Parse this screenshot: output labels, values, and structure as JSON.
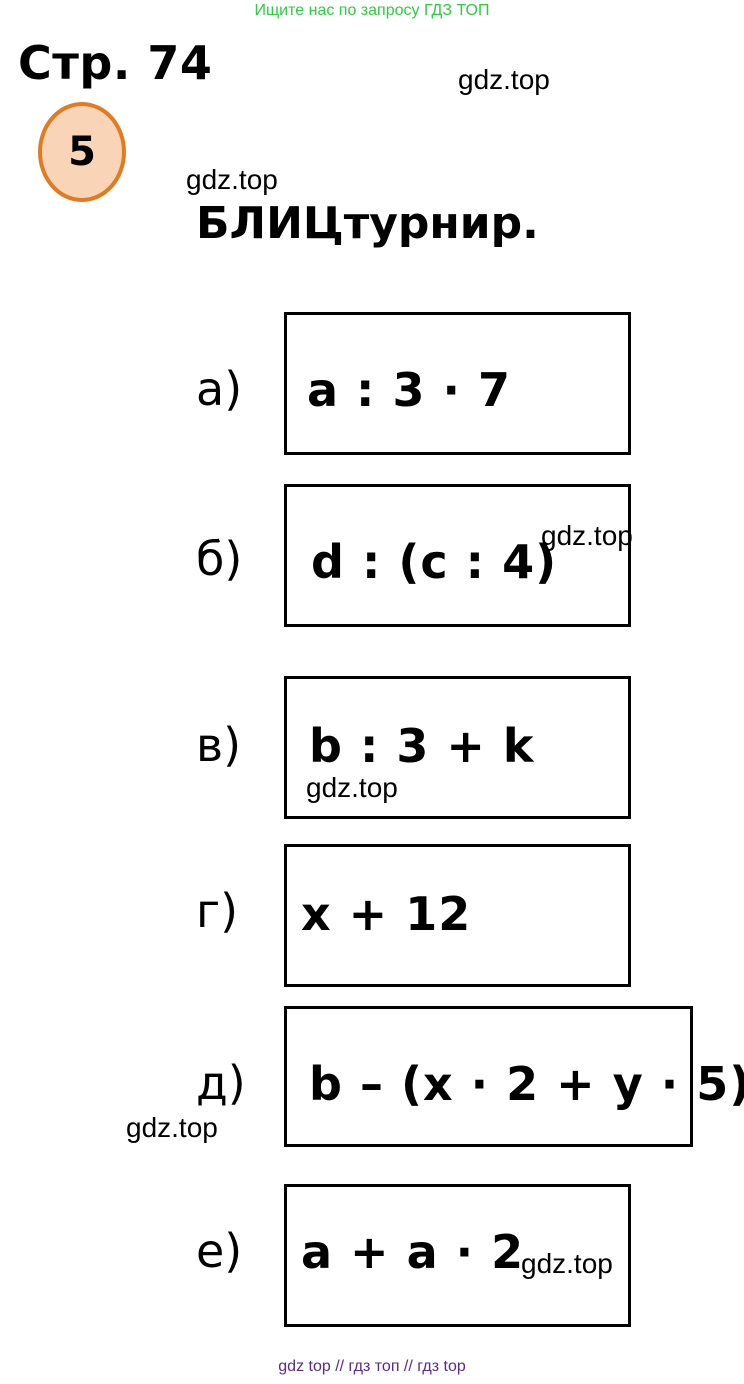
{
  "header": {
    "promo": "Ищите нас по запросу ГДЗ ТОП",
    "page_title": "Стр. 74",
    "exercise_number": "5",
    "heading": "БЛИЦтурнир."
  },
  "watermark": "gdz.top",
  "items": [
    {
      "label": "а)",
      "expression": "a : 3 · 7"
    },
    {
      "label": "б)",
      "expression": "d : (c : 4)"
    },
    {
      "label": "в)",
      "expression": "b : 3 + k"
    },
    {
      "label": "г)",
      "expression": "x + 12"
    },
    {
      "label": "д)",
      "expression": "b – (x · 2 + y · 5)"
    },
    {
      "label": "е)",
      "expression": "a + a · 2"
    }
  ],
  "footer": "gdz top  //  гдз топ  //  гдз top",
  "colors": {
    "promo": "#2ecc40",
    "badge_fill": "#f9d4b6",
    "badge_border": "#e07b22",
    "footer": "#5b2a86"
  }
}
